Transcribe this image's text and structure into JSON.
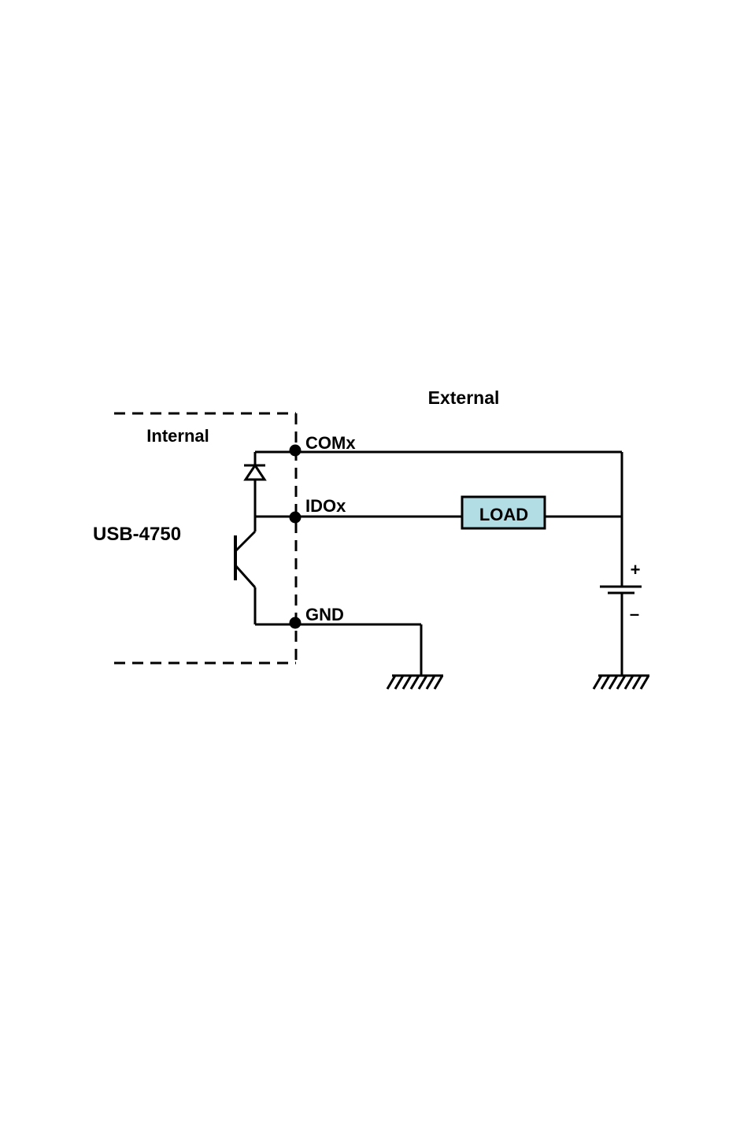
{
  "labels": {
    "external": "External",
    "internal": "Internal",
    "device": "USB-4750",
    "comx": "COMx",
    "idox": "IDOx",
    "gnd": "GND",
    "load": "LOAD",
    "plus": "+",
    "minus": "–"
  },
  "colors": {
    "line": "#000000",
    "load_fill": "#b3dde5",
    "background": "#ffffff"
  }
}
